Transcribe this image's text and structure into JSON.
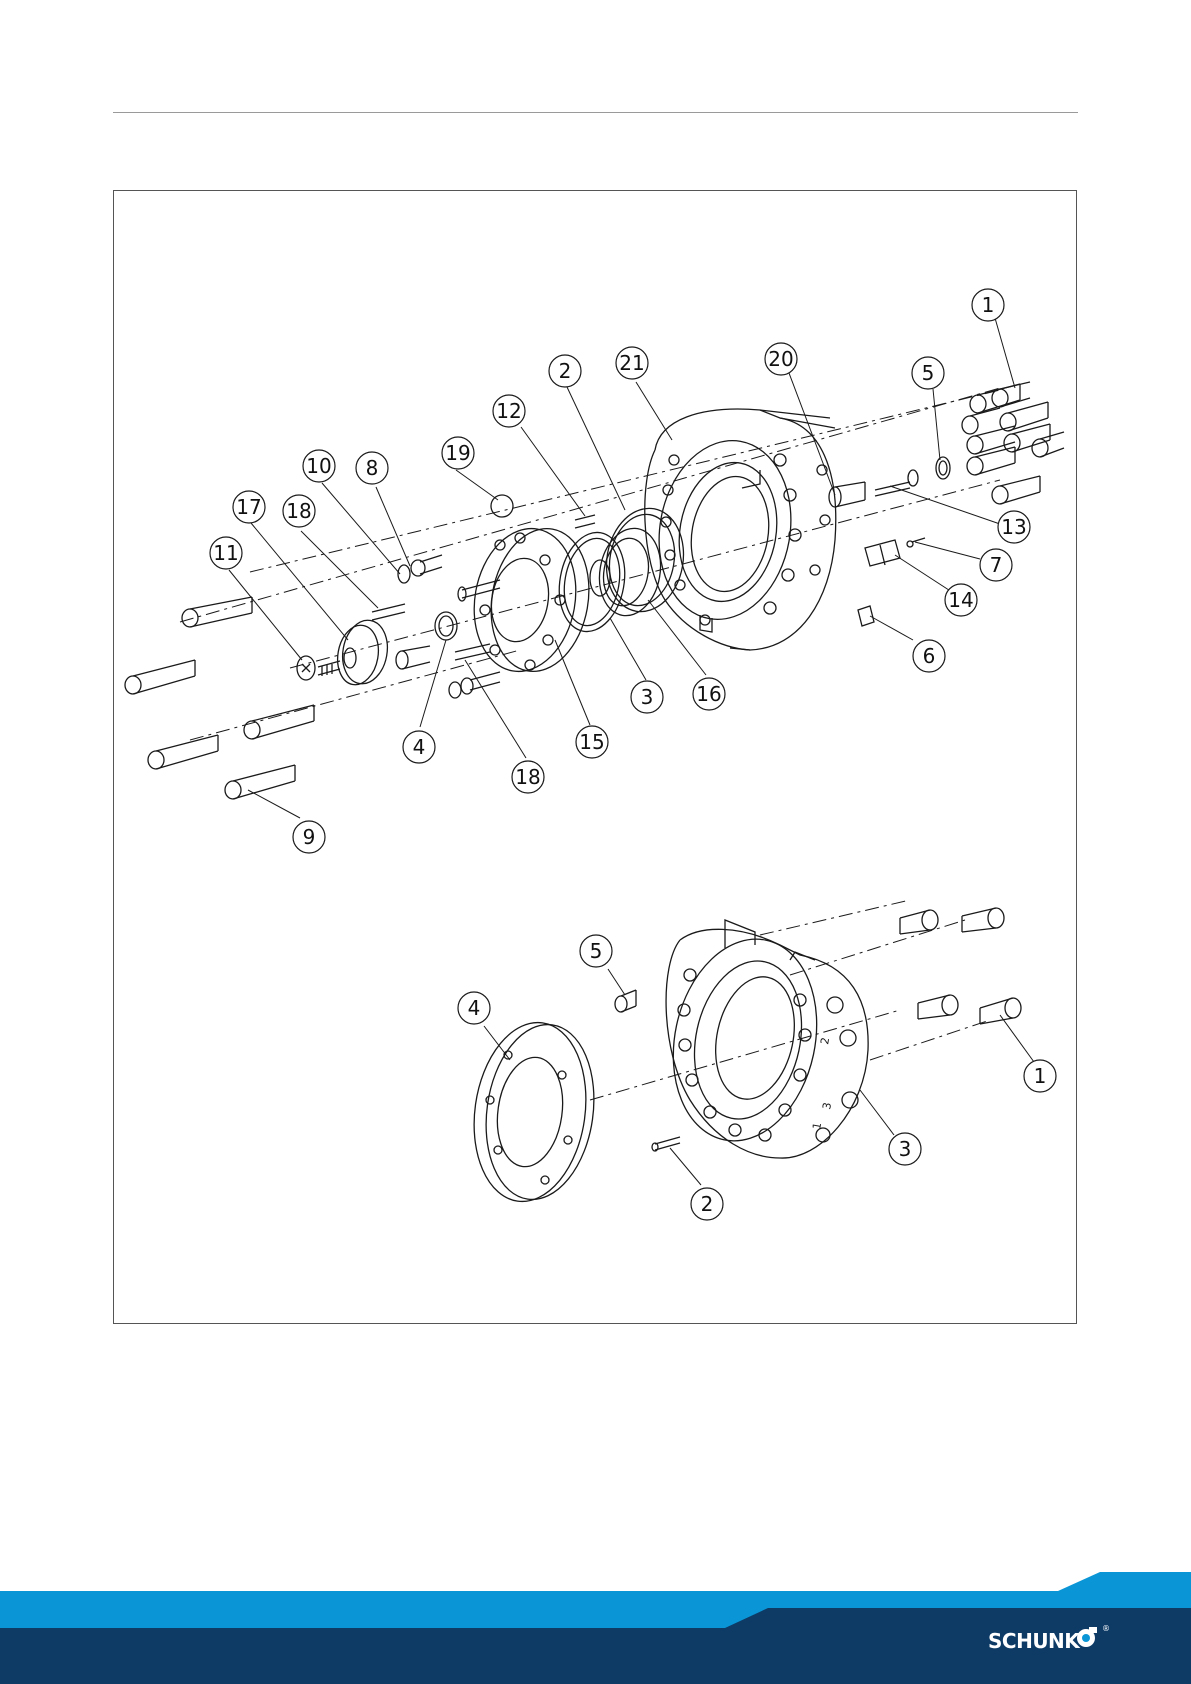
{
  "colors": {
    "footer_light": "#0a96d6",
    "footer_dark": "#0d3b66",
    "line": "#1a1a1a"
  },
  "brand": {
    "name": "SCHUNK",
    "mark": "®"
  },
  "upper_assembly": {
    "callouts": [
      "1",
      "2",
      "3",
      "4",
      "5",
      "6",
      "7",
      "8",
      "9",
      "10",
      "11",
      "12",
      "13",
      "14",
      "15",
      "16",
      "17",
      "18",
      "18",
      "19",
      "20",
      "21"
    ]
  },
  "lower_assembly": {
    "callouts": [
      "1",
      "2",
      "3",
      "4",
      "5"
    ],
    "housing_marks": [
      "2",
      "3",
      "1"
    ]
  }
}
